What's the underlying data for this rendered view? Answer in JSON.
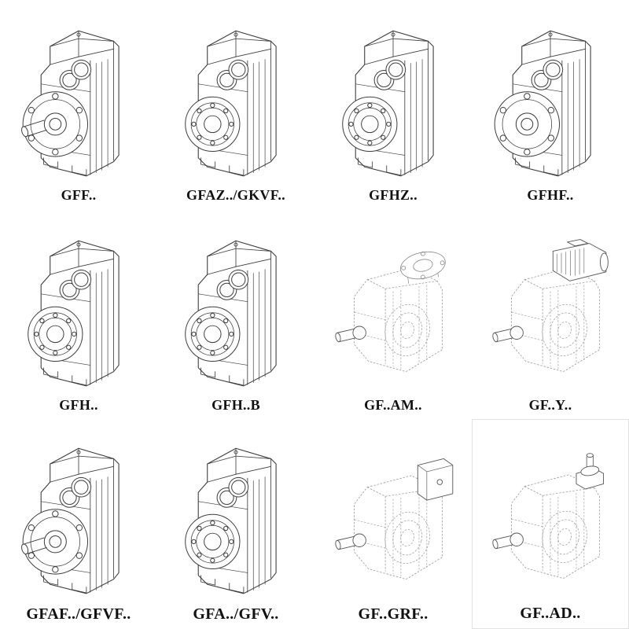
{
  "page": {
    "background": "#ffffff",
    "line_color": "#3b3b3b",
    "dashed_line_color": "#9a9a9a"
  },
  "catalog": {
    "items": [
      {
        "label": "GFF..",
        "drawing": "gearbox-flange-shaft"
      },
      {
        "label": "GFAZ../GKVF..",
        "drawing": "gearbox-hollow-bore"
      },
      {
        "label": "GFHZ..",
        "drawing": "gearbox-hollow-bore"
      },
      {
        "label": "GFHF..",
        "drawing": "gearbox-flange-hollow"
      },
      {
        "label": "GFH..",
        "drawing": "gearbox-hollow-shaft"
      },
      {
        "label": "GFH..B",
        "drawing": "gearbox-hollow-shaft"
      },
      {
        "label": "GF..AM..",
        "drawing": "gearbox-dashed-input-flange"
      },
      {
        "label": "GF..Y..",
        "drawing": "gearbox-dashed-motor"
      },
      {
        "label": "GFAF../GFVF..",
        "drawing": "gearbox-flange-shaft"
      },
      {
        "label": "GFA../GFV..",
        "drawing": "gearbox-hollow-bore"
      },
      {
        "label": "GF..GRF..",
        "drawing": "gearbox-dashed-cover"
      },
      {
        "label": "GF..AD..",
        "drawing": "gearbox-dashed-shaft-adapter"
      }
    ]
  }
}
